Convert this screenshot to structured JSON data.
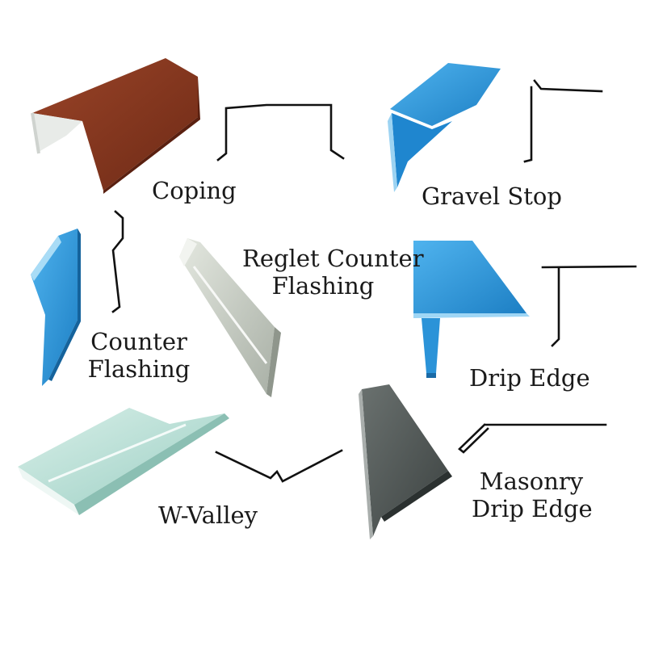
{
  "items": [
    {
      "name": "coping",
      "label_lines": [
        "Coping"
      ],
      "color": "#8a3a22"
    },
    {
      "name": "gravel-stop",
      "label_lines": [
        "Gravel Stop"
      ],
      "color": "#2b93d8"
    },
    {
      "name": "reglet-counter-flashing",
      "label_lines": [
        "Reglet Counter",
        "Flashing"
      ],
      "color": "#c9d0c4"
    },
    {
      "name": "counter-flashing",
      "label_lines": [
        "Counter",
        "Flashing"
      ],
      "color": "#2b93d8"
    },
    {
      "name": "drip-edge",
      "label_lines": [
        "Drip Edge"
      ],
      "color": "#2b93d8"
    },
    {
      "name": "w-valley",
      "label_lines": [
        "W-Valley"
      ],
      "color": "#b7dcd4"
    },
    {
      "name": "masonry-drip-edge",
      "label_lines": [
        "Masonry",
        "Drip Edge"
      ],
      "color": "#4a5150"
    }
  ]
}
